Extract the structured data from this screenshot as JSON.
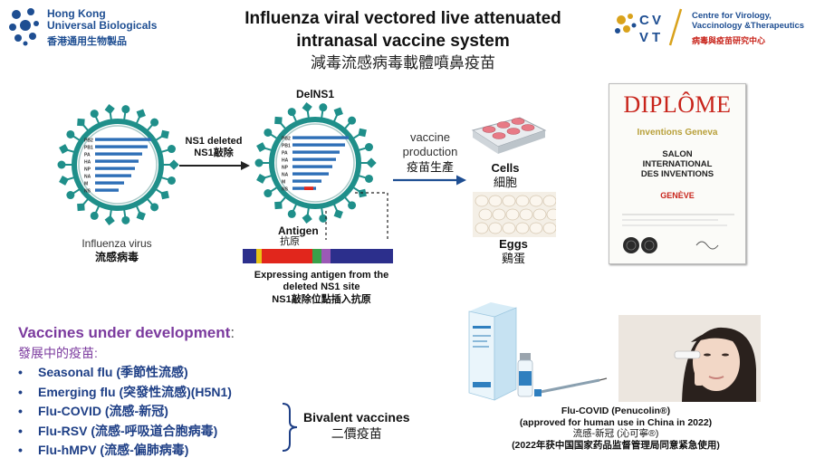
{
  "header": {
    "left_logo": {
      "name_en": "Hong Kong\nUniversal Biologicals",
      "name_cn": "香港通用生物製品"
    },
    "title_en_line1": "Influenza viral vectored live attenuated",
    "title_en_line2": "intranasal vaccine system",
    "title_cn": "減毒流感病毒載體噴鼻疫苗",
    "right_logo": {
      "mark": "CVVT",
      "name_en": "Centre for Virology,\nVaccinology &Therapeutics",
      "name_cn": "病毒與疫苗研究中心"
    }
  },
  "diagram": {
    "virus_label_en": "Influenza virus",
    "virus_label_cn": "流感病毒",
    "segments": [
      "PB2",
      "PB1",
      "PA",
      "HA",
      "NP",
      "NA",
      "M",
      "NS"
    ],
    "arrow1_en": "NS1 deleted",
    "arrow1_cn": "NS1敲除",
    "delns1_label": "DelNS1",
    "antigen_en": "Antigen",
    "antigen_cn": "抗原",
    "expressing_en": "Expressing antigen from the deleted NS1 site",
    "expressing_cn": "NS1敲除位點插入抗原",
    "production_line1": "vaccine",
    "production_line2": "production",
    "production_cn": "疫苗生產",
    "cells_en": "Cells",
    "cells_cn": "細胞",
    "eggs_en": "Eggs",
    "eggs_cn": "鷄蛋"
  },
  "diploma": {
    "title": "DIPLÔME",
    "brand": "Inventions Geneva",
    "salon": "SALON\nINTERNATIONAL\nDES INVENTIONS",
    "city": "GENÈVE"
  },
  "vaccines": {
    "heading_en": "Vaccines under development",
    "heading_colon": ":",
    "heading_cn": "發展中的疫苗:",
    "items": [
      "Seasonal flu (季節性流感)",
      "Emerging flu (突發性流感)(H5N1)",
      "Flu-COVID (流感-新冠)",
      "Flu-RSV (流感-呼吸道合胞病毒)",
      "Flu-hMPV (流感-偏肺病毒)"
    ],
    "bivalent_en": "Bivalent vaccines",
    "bivalent_cn": "二價疫苗"
  },
  "product": {
    "line1": "Flu-COVID (Penucolin®)",
    "line2": "(approved for human use in China in 2022)",
    "line3": "流感-新冠 (沁可寧®)",
    "line4": "(2022年获中国国家药品监督管理局同意紧急使用)"
  },
  "colors": {
    "title_purple": "#7b3a9e",
    "list_blue": "#1e3f86",
    "virus_teal": "#1f8f8a",
    "segment_blue": "#2e6fb7",
    "diploma_red": "#c8241b"
  }
}
